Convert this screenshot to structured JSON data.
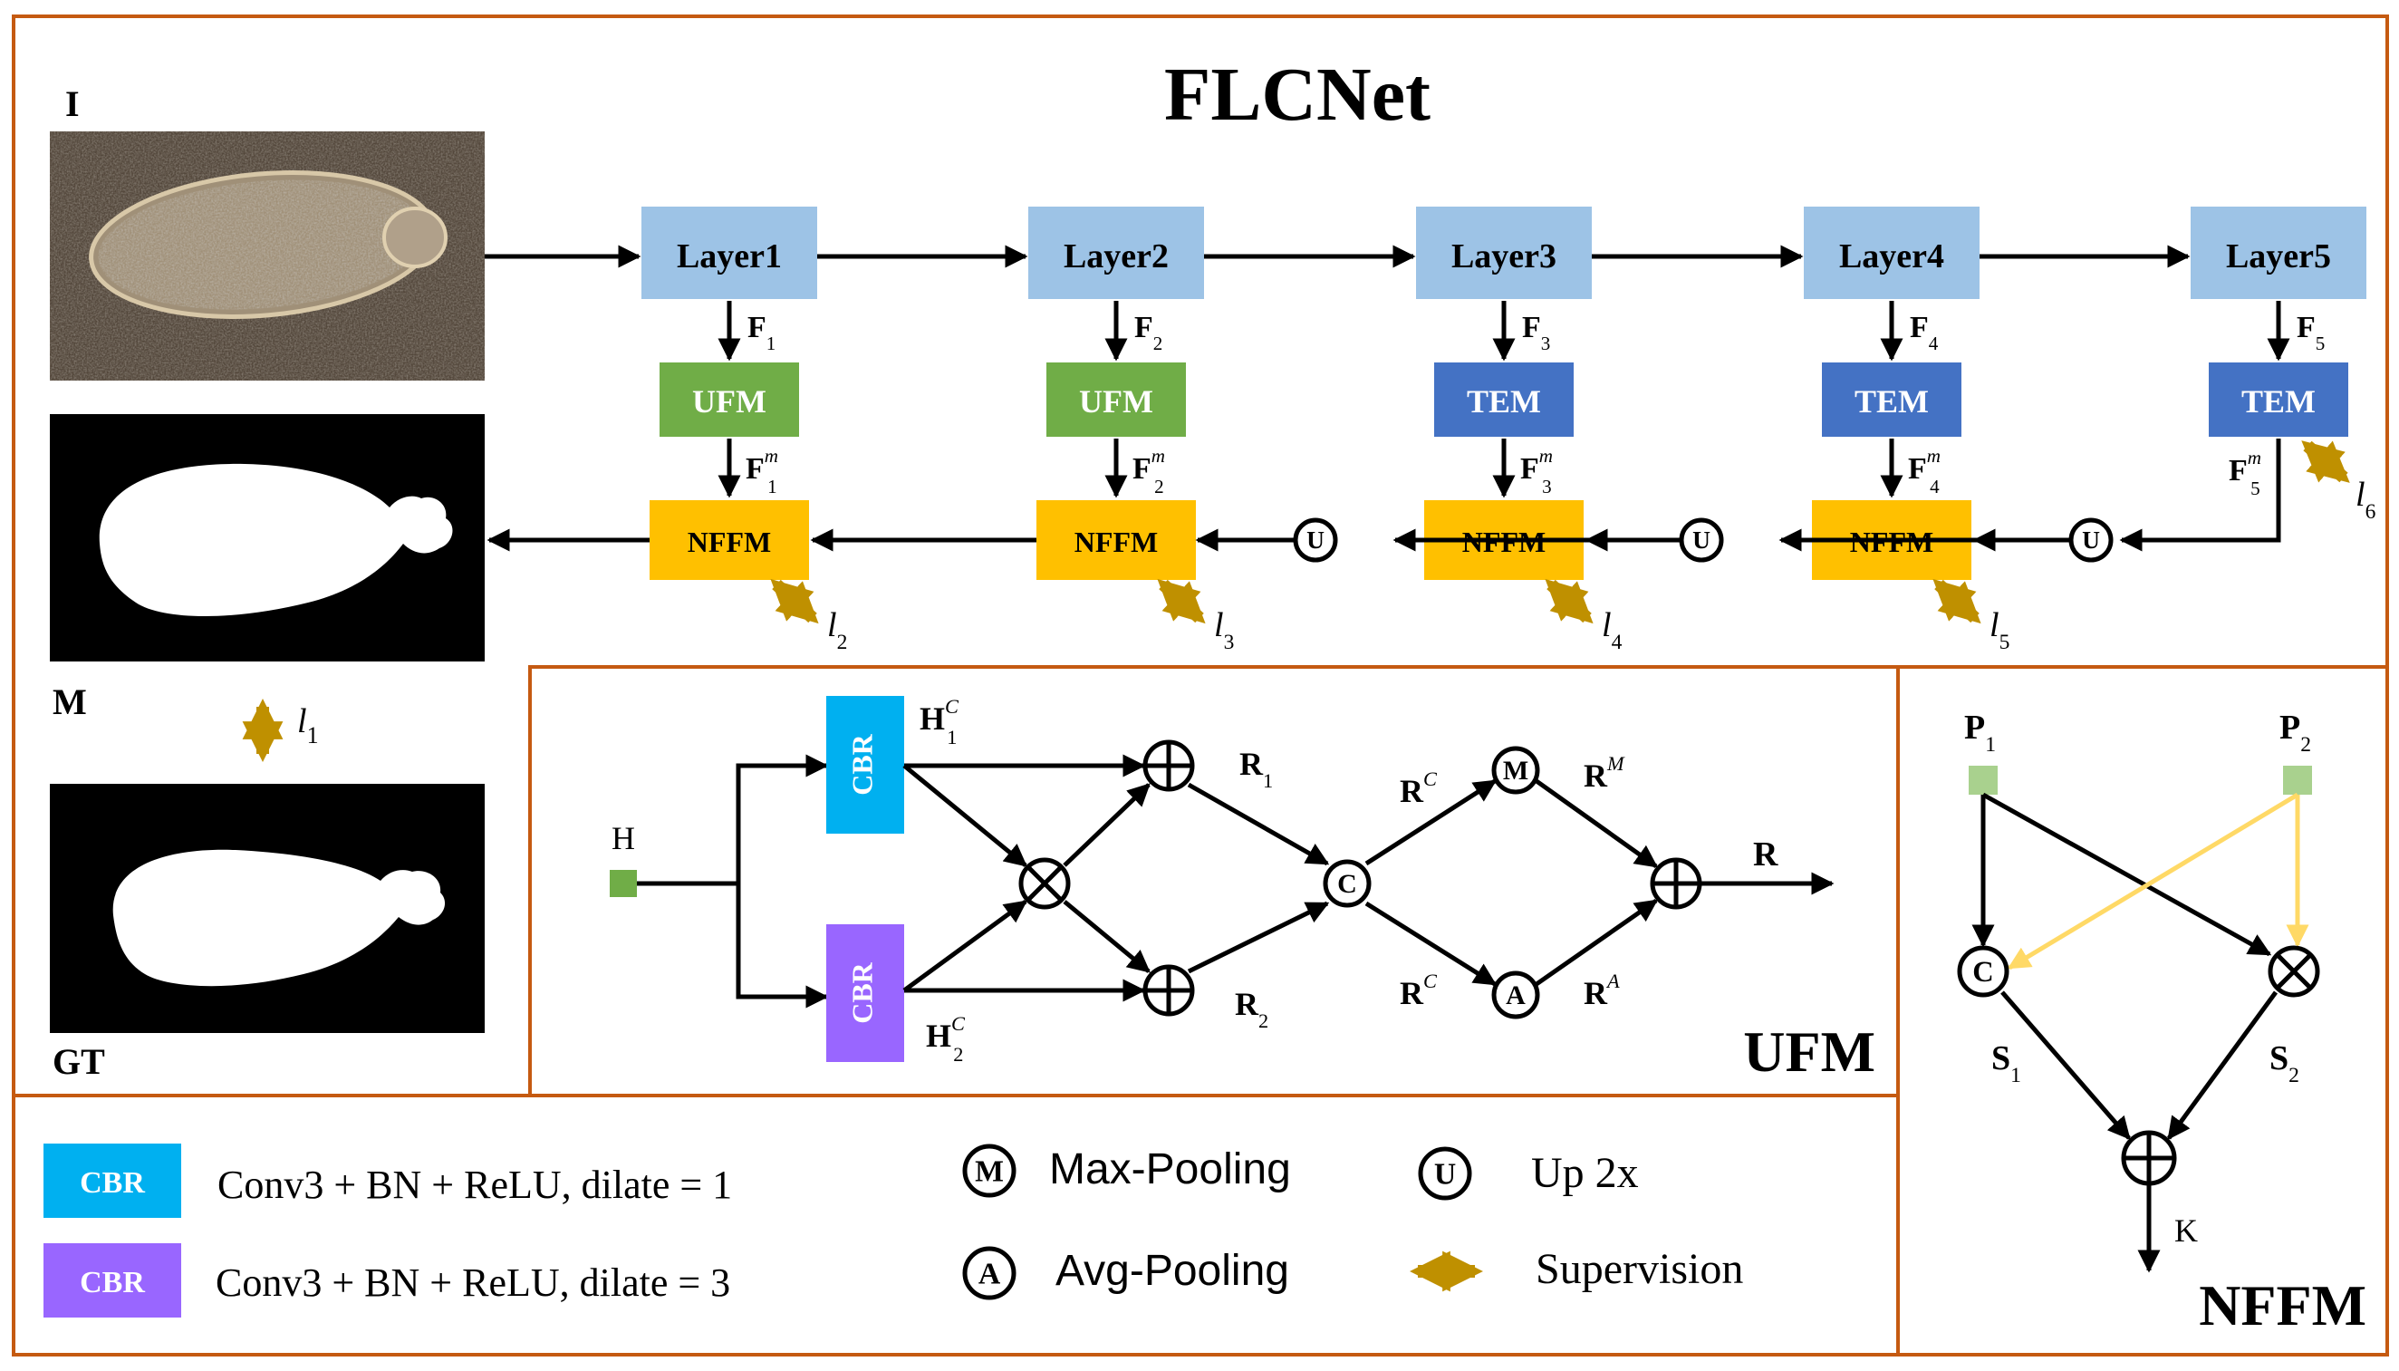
{
  "title": "FLCNet",
  "colors": {
    "border": "#c55a11",
    "layer_box": "#9dc3e6",
    "ufm_box": "#70ad47",
    "tem_box": "#4472c4",
    "nffm_box": "#ffc000",
    "supervision": "#bf9000",
    "cbr1": "#00b0f0",
    "cbr3": "#9966ff",
    "h_node": "#70ad47",
    "p_node": "#a9d18e",
    "p2_line": "#ffd966"
  },
  "images": {
    "input_label": "I",
    "mask_label": "M",
    "gt_label": "GT",
    "loss_label": "l",
    "loss_sub": "1"
  },
  "backbone": {
    "layers": [
      "Layer1",
      "Layer2",
      "Layer3",
      "Layer4",
      "Layer5"
    ],
    "modules": [
      "UFM",
      "UFM",
      "TEM",
      "TEM",
      "TEM"
    ],
    "feature_base": "F",
    "feature_subs": [
      "1",
      "2",
      "3",
      "4",
      "5"
    ],
    "feature_sup": "m",
    "fusion_label": "NFFM",
    "upsample_label": "U",
    "loss_base": "l",
    "loss_subs": [
      "2",
      "3",
      "4",
      "5"
    ],
    "loss6_sub": "6"
  },
  "ufm": {
    "title": "UFM",
    "input_label": "H",
    "cbr_label": "CBR",
    "h_base": "H",
    "h_sup": "C",
    "h_subs": [
      "1",
      "2"
    ],
    "r_base": "R",
    "r_subs": [
      "1",
      "2"
    ],
    "rc_sup": "C",
    "rm_sup": "M",
    "ra_sup": "A",
    "output_label": "R",
    "concat_symbol": "C",
    "max_symbol": "M",
    "avg_symbol": "A"
  },
  "nffm": {
    "title": "NFFM",
    "p_base": "P",
    "p_subs": [
      "1",
      "2"
    ],
    "s_base": "S",
    "s_subs": [
      "1",
      "2"
    ],
    "output_label": "K",
    "concat_symbol": "C"
  },
  "legend": {
    "cbr_label": "CBR",
    "cbr1_text": "Conv3 + BN + ReLU, dilate = 1",
    "cbr3_text": "Conv3 + BN + ReLU, dilate = 3",
    "max_symbol": "M",
    "max_text": "Max-Pooling",
    "avg_symbol": "A",
    "avg_text": "Avg-Pooling",
    "up_symbol": "U",
    "up_text": "Up 2x",
    "supervision_text": "Supervision"
  }
}
